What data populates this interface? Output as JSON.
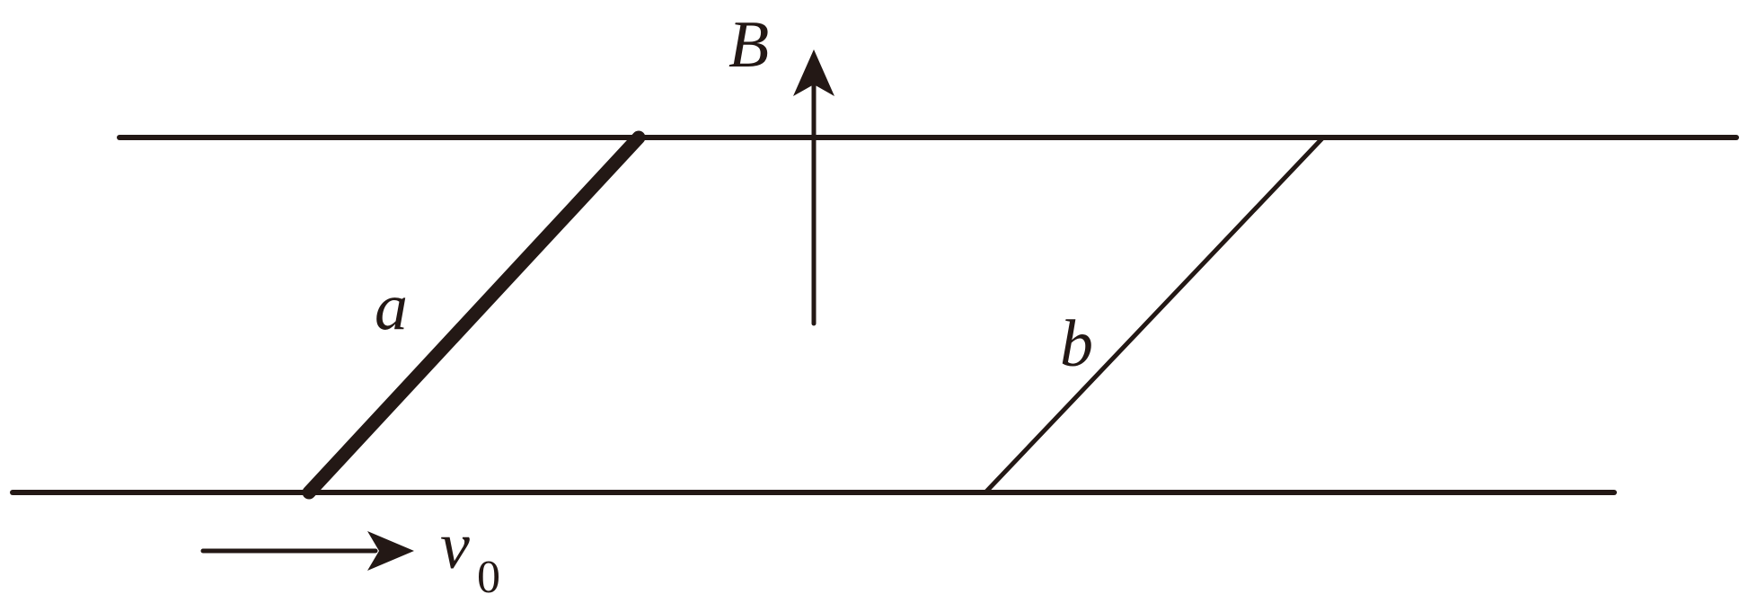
{
  "diagram": {
    "field_label": "B",
    "rod_a_label": "a",
    "rod_b_label": "b",
    "velocity_label": "v",
    "velocity_subscript": "0"
  }
}
